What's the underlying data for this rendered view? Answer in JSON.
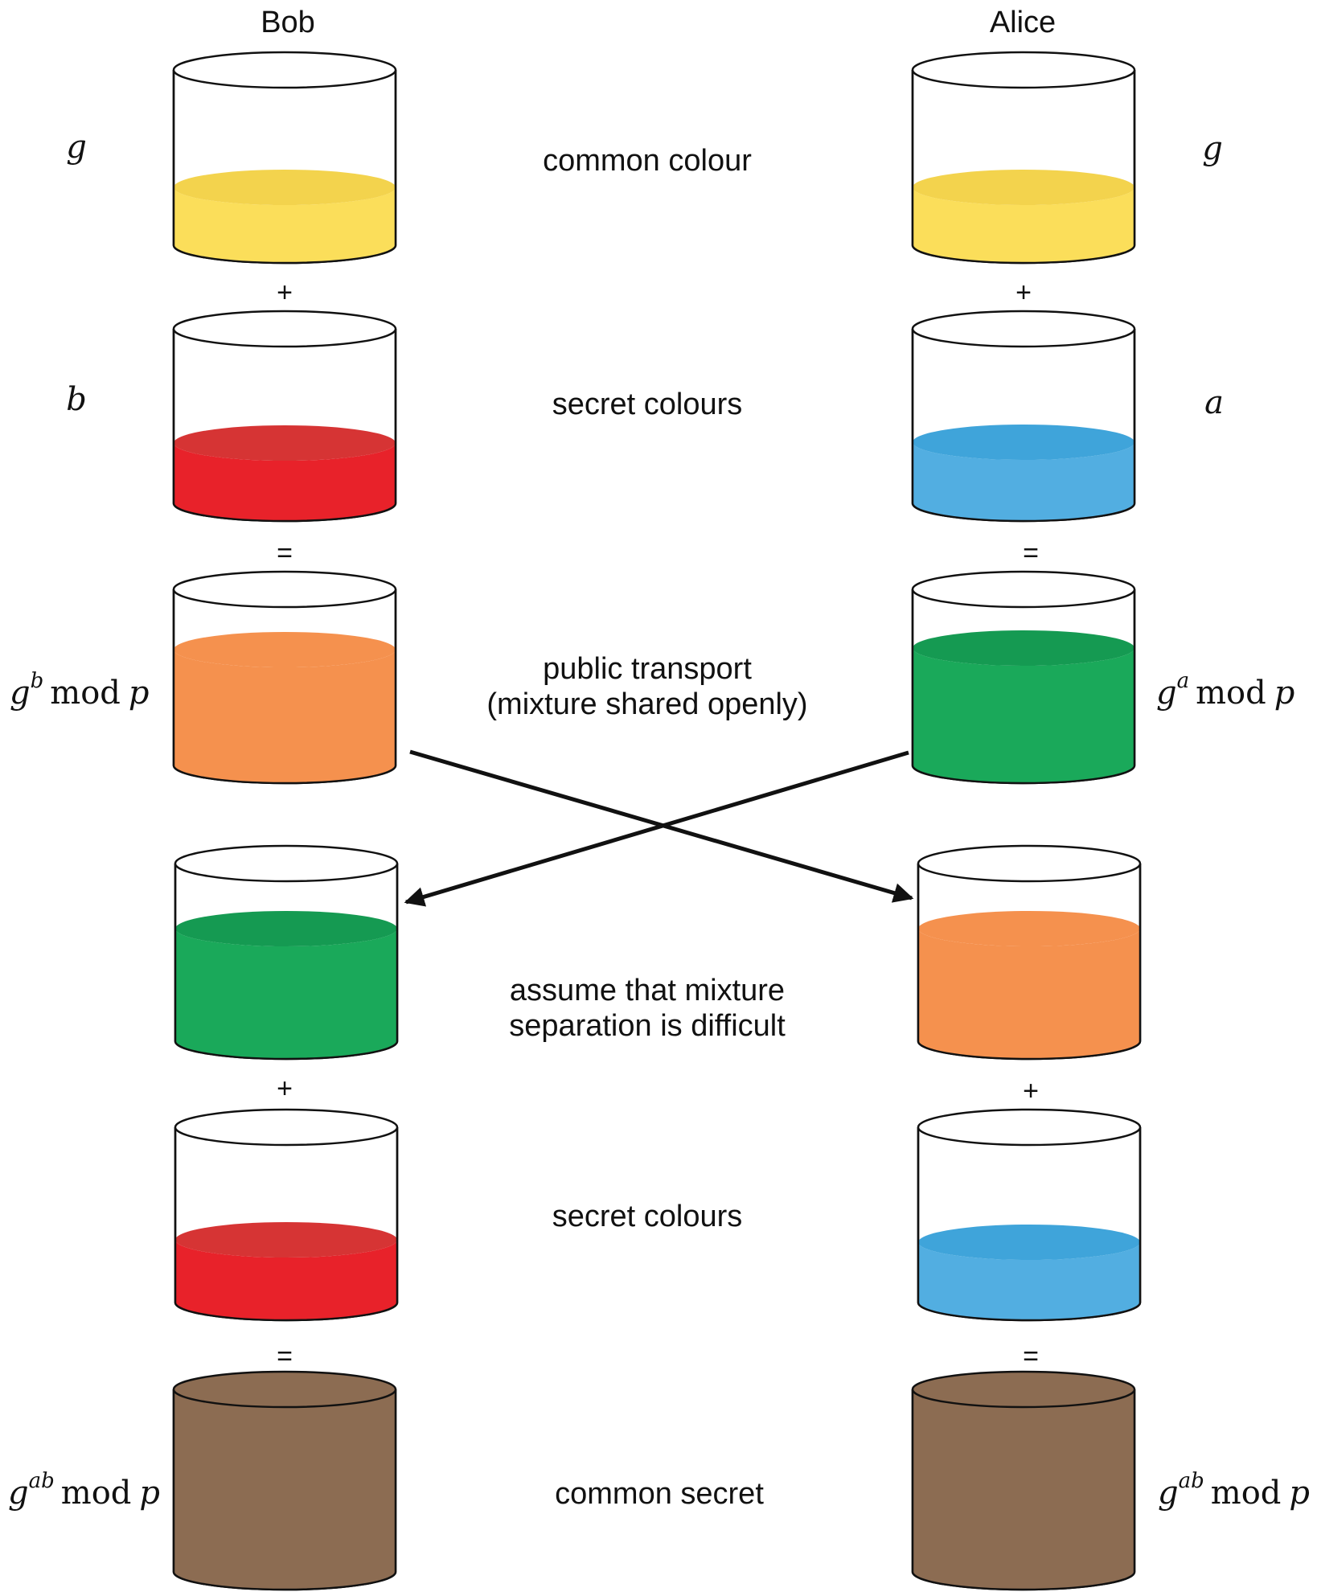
{
  "header": {
    "bob": "Bob",
    "alice": "Alice"
  },
  "colors": {
    "yellow": "#FBDE5A",
    "yellow_top": "#F3D34D",
    "red": "#E8222A",
    "red_top": "#D63434",
    "blue": "#52AEE1",
    "blue_top": "#3FA4DA",
    "orange": "#F5914E",
    "orange_top": "#F5914E",
    "green": "#1AA95A",
    "green_top": "#159A52",
    "brown": "#8C6C52",
    "brown_top": "#8C6C52"
  },
  "middle_labels": {
    "common_colour": "common colour",
    "secret_colours_1": "secret colours",
    "public_transport_1": "public transport",
    "public_transport_2": "(mixture shared openly)",
    "assume_1": "assume that mixture",
    "assume_2": "separation is difficult",
    "secret_colours_2": "secret colours",
    "common_secret": "common secret"
  },
  "operators": {
    "plus": "+",
    "equals": "="
  },
  "math": {
    "g": "g",
    "b": "b",
    "a": "a",
    "mod": "mod",
    "p": "p",
    "ab": "ab"
  },
  "beakers": [
    {
      "id": "bob-1",
      "color": "yellow"
    },
    {
      "id": "bob-2",
      "color": "red"
    },
    {
      "id": "bob-3",
      "color": "orange"
    },
    {
      "id": "bob-4",
      "color": "green"
    },
    {
      "id": "bob-5",
      "color": "red"
    },
    {
      "id": "bob-6",
      "color": "brown"
    },
    {
      "id": "alice-1",
      "color": "yellow"
    },
    {
      "id": "alice-2",
      "color": "blue"
    },
    {
      "id": "alice-3",
      "color": "green"
    },
    {
      "id": "alice-4",
      "color": "orange"
    },
    {
      "id": "alice-5",
      "color": "blue"
    },
    {
      "id": "alice-6",
      "color": "brown"
    }
  ]
}
